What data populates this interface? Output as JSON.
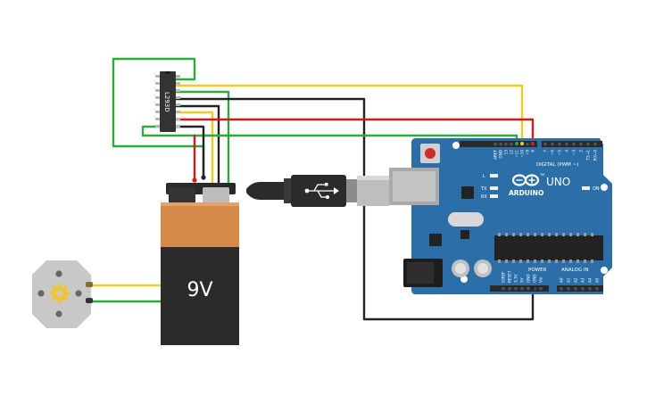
{
  "ic": {
    "label": "L293D"
  },
  "battery": {
    "label": "9V"
  },
  "arduino": {
    "brand": "ARDUINO",
    "model": "UNO",
    "tm": "TM",
    "digital_label": "DIGITAL (PWM ~)",
    "power_label": "POWER",
    "analog_label": "ANALOG IN",
    "on_label": "ON",
    "l_label": "L",
    "tx_label": "TX",
    "rx_label": "RX",
    "digital_pins": [
      "AREF",
      "GND",
      "13",
      "12",
      "~11",
      "~10",
      "~9",
      "8",
      "7",
      "~6",
      "~5",
      "4",
      "~3",
      "2",
      "TX→1",
      "RX←0"
    ],
    "power_pins": [
      "IOREF",
      "RESET",
      "3.3V",
      "5V",
      "GND",
      "GND",
      "Vin"
    ],
    "analog_pins": [
      "A0",
      "A1",
      "A2",
      "A3",
      "A4",
      "A5"
    ]
  },
  "colors": {
    "wire_green": "#2eaa3a",
    "wire_yellow": "#f2cc1c",
    "wire_red": "#d8191b",
    "wire_black": "#222222",
    "board_blue": "#2b6ea8",
    "battery_orange": "#d68a4a",
    "battery_body": "#2b2b2b",
    "motor_gray": "#c8c8c8",
    "motor_icon": "#f5c518"
  },
  "icons": [
    "motor-icon",
    "usb-cable-icon",
    "infinity-logo-icon"
  ]
}
